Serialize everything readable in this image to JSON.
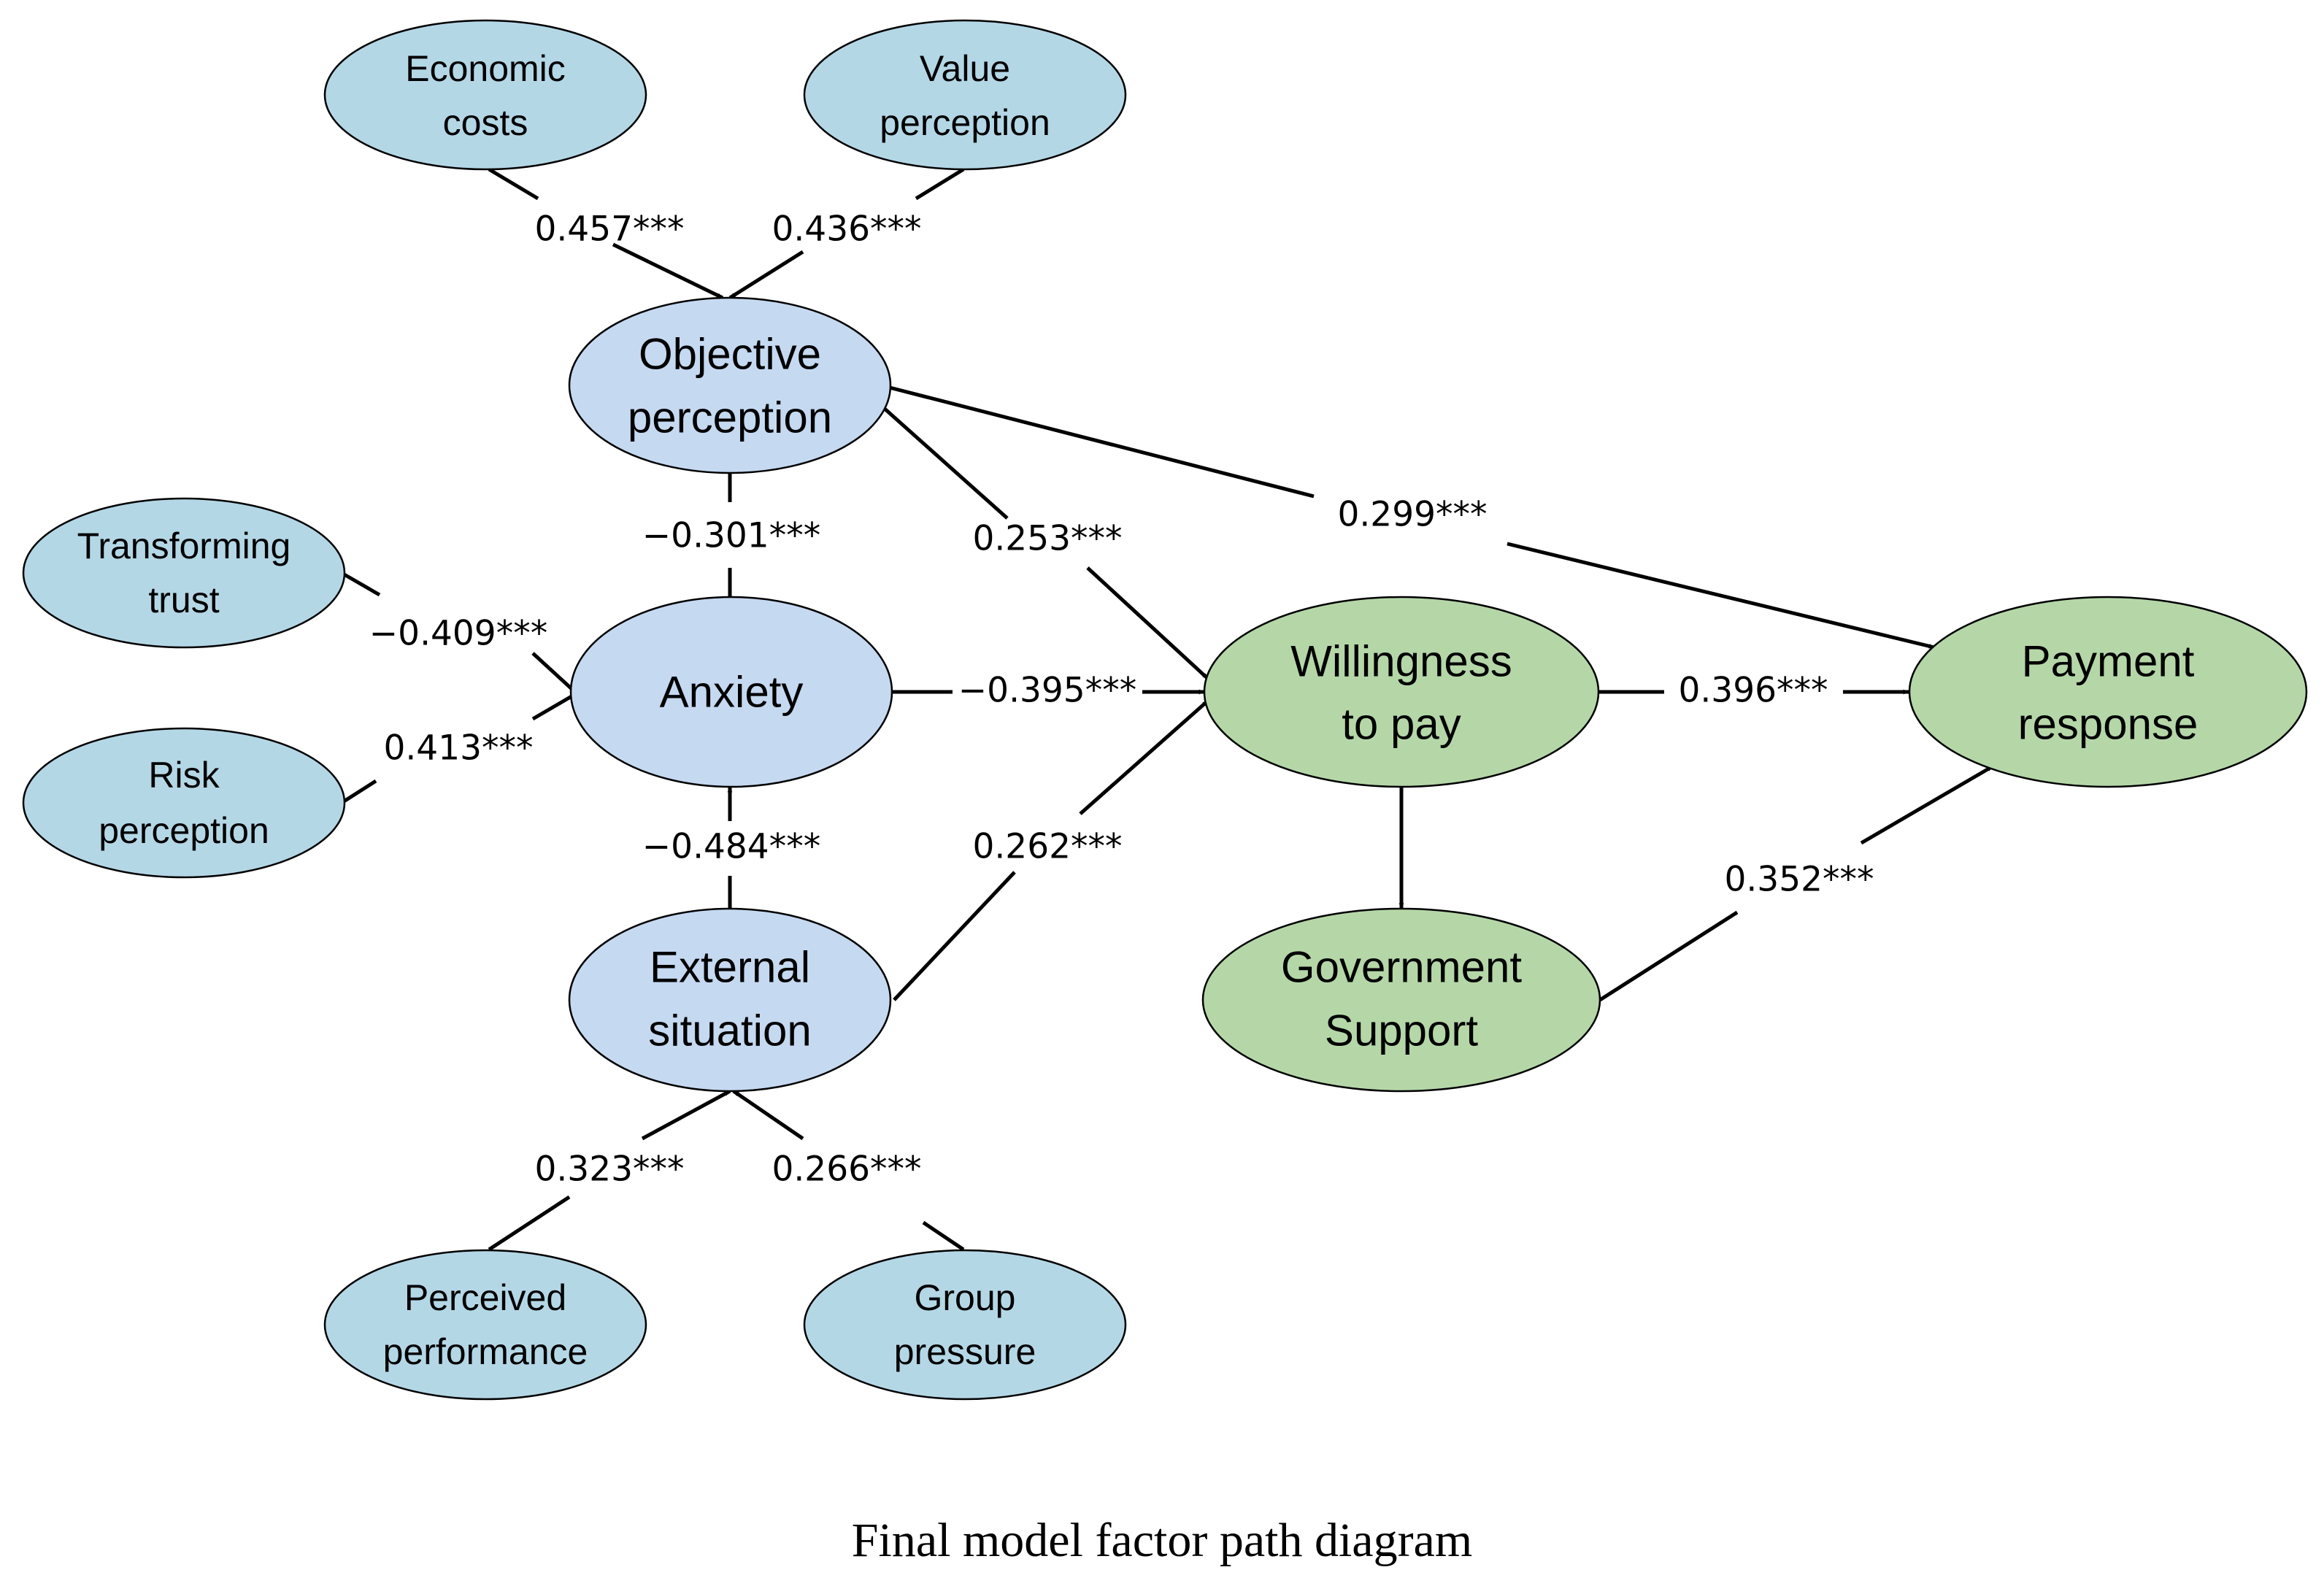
{
  "caption": "Final model factor path diagram",
  "colors": {
    "construct_fill": "#c5d9f1",
    "indicator_fill": "#b4d7e6",
    "outcome_fill": "#b5d7a8",
    "line": "#000000"
  },
  "nodes": {
    "economic_costs": {
      "label": [
        "Economic",
        "costs"
      ]
    },
    "value_perception": {
      "label": [
        "Value",
        "perception"
      ]
    },
    "objective_perception": {
      "label": [
        "Objective",
        "perception"
      ]
    },
    "transforming_trust": {
      "label": [
        "Transforming",
        "trust"
      ]
    },
    "anxiety": {
      "label": [
        "Anxiety"
      ]
    },
    "risk_perception": {
      "label": [
        "Risk",
        "perception"
      ]
    },
    "external_situation": {
      "label": [
        "External",
        "situation"
      ]
    },
    "perceived_performance": {
      "label": [
        "Perceived",
        "performance"
      ]
    },
    "group_pressure": {
      "label": [
        "Group",
        "pressure"
      ]
    },
    "willingness_to_pay": {
      "label": [
        "Willingness",
        "to pay"
      ]
    },
    "government_support": {
      "label": [
        "Government",
        "Support"
      ]
    },
    "payment_response": {
      "label": [
        "Payment",
        "response"
      ]
    }
  },
  "paths": [
    {
      "from": "Economic costs",
      "to": "Objective perception",
      "coefficient": "0.457***"
    },
    {
      "from": "Value perception",
      "to": "Objective perception",
      "coefficient": "0.436***"
    },
    {
      "from": "Objective perception",
      "to": "Anxiety",
      "coefficient": "−0.301***"
    },
    {
      "from": "Objective perception",
      "to": "Willingness to pay",
      "coefficient": "0.253***"
    },
    {
      "from": "Objective perception",
      "to": "Payment response",
      "coefficient": "0.299***"
    },
    {
      "from": "Transforming trust",
      "to": "Anxiety",
      "coefficient": "−0.409***"
    },
    {
      "from": "Risk perception",
      "to": "Anxiety",
      "coefficient": "0.413***"
    },
    {
      "from": "Anxiety",
      "to": "Willingness to pay",
      "coefficient": "−0.395***"
    },
    {
      "from": "External situation",
      "to": "Anxiety",
      "coefficient": "−0.484***"
    },
    {
      "from": "External situation",
      "to": "Willingness to pay",
      "coefficient": "0.262***"
    },
    {
      "from": "Perceived performance",
      "to": "External situation",
      "coefficient": "0.323***"
    },
    {
      "from": "Group pressure",
      "to": "External situation",
      "coefficient": "0.266***"
    },
    {
      "from": "Willingness to pay",
      "to": "Payment response",
      "coefficient": "0.396***"
    },
    {
      "from": "Willingness to pay",
      "to": "Government Support",
      "coefficient": ""
    },
    {
      "from": "Government Support",
      "to": "Payment response",
      "coefficient": "0.352***"
    }
  ]
}
